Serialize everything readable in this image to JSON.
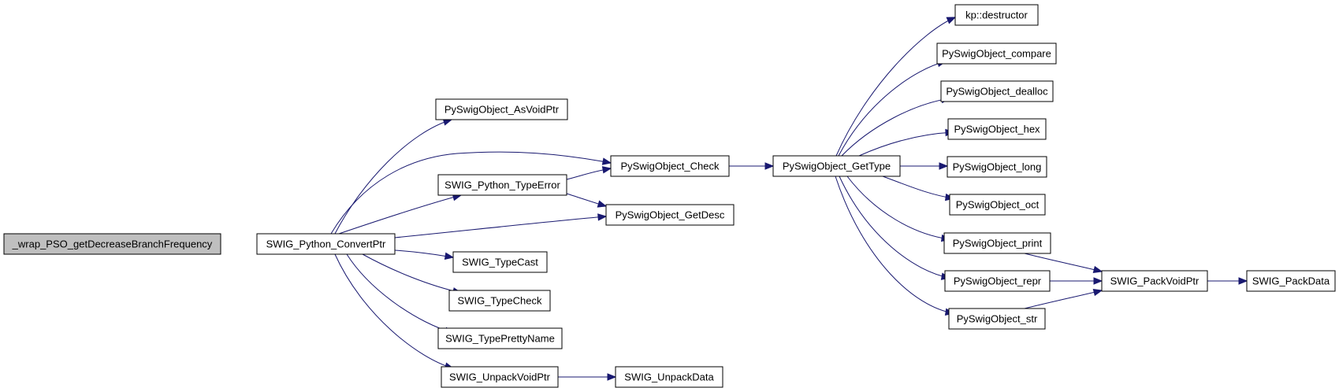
{
  "graph": {
    "nodes": [
      {
        "id": "root",
        "label": "_wrap_PSO_getDecreaseBranchFrequency",
        "root": true
      },
      {
        "id": "convertptr",
        "label": "SWIG_Python_ConvertPtr"
      },
      {
        "id": "asvoidptr",
        "label": "PySwigObject_AsVoidPtr"
      },
      {
        "id": "typeerror",
        "label": "SWIG_Python_TypeError"
      },
      {
        "id": "check",
        "label": "PySwigObject_Check"
      },
      {
        "id": "getdesc",
        "label": "PySwigObject_GetDesc"
      },
      {
        "id": "typecast",
        "label": "SWIG_TypeCast"
      },
      {
        "id": "typecheck",
        "label": "SWIG_TypeCheck"
      },
      {
        "id": "prettyname",
        "label": "SWIG_TypePrettyName"
      },
      {
        "id": "unpackvoidptr",
        "label": "SWIG_UnpackVoidPtr"
      },
      {
        "id": "unpackdata",
        "label": "SWIG_UnpackData"
      },
      {
        "id": "gettype",
        "label": "PySwigObject_GetType"
      },
      {
        "id": "destructor",
        "label": "kp::destructor"
      },
      {
        "id": "compare",
        "label": "PySwigObject_compare"
      },
      {
        "id": "dealloc",
        "label": "PySwigObject_dealloc"
      },
      {
        "id": "hex",
        "label": "PySwigObject_hex"
      },
      {
        "id": "long",
        "label": "PySwigObject_long"
      },
      {
        "id": "oct",
        "label": "PySwigObject_oct"
      },
      {
        "id": "print",
        "label": "PySwigObject_print"
      },
      {
        "id": "repr",
        "label": "PySwigObject_repr"
      },
      {
        "id": "str",
        "label": "PySwigObject_str"
      },
      {
        "id": "packvoidptr",
        "label": "SWIG_PackVoidPtr"
      },
      {
        "id": "packdata",
        "label": "SWIG_PackData"
      }
    ],
    "edges": [
      {
        "from": "root",
        "to": "convertptr"
      },
      {
        "from": "convertptr",
        "to": "asvoidptr"
      },
      {
        "from": "convertptr",
        "to": "check"
      },
      {
        "from": "convertptr",
        "to": "typeerror"
      },
      {
        "from": "convertptr",
        "to": "getdesc"
      },
      {
        "from": "convertptr",
        "to": "typecast"
      },
      {
        "from": "convertptr",
        "to": "typecheck"
      },
      {
        "from": "convertptr",
        "to": "prettyname"
      },
      {
        "from": "convertptr",
        "to": "unpackvoidptr"
      },
      {
        "from": "typeerror",
        "to": "check"
      },
      {
        "from": "typeerror",
        "to": "getdesc"
      },
      {
        "from": "unpackvoidptr",
        "to": "unpackdata"
      },
      {
        "from": "check",
        "to": "gettype"
      },
      {
        "from": "gettype",
        "to": "destructor"
      },
      {
        "from": "gettype",
        "to": "compare"
      },
      {
        "from": "gettype",
        "to": "dealloc"
      },
      {
        "from": "gettype",
        "to": "hex"
      },
      {
        "from": "gettype",
        "to": "long"
      },
      {
        "from": "gettype",
        "to": "oct"
      },
      {
        "from": "gettype",
        "to": "print"
      },
      {
        "from": "gettype",
        "to": "repr"
      },
      {
        "from": "gettype",
        "to": "str"
      },
      {
        "from": "print",
        "to": "packvoidptr"
      },
      {
        "from": "repr",
        "to": "packvoidptr"
      },
      {
        "from": "str",
        "to": "packvoidptr"
      },
      {
        "from": "packvoidptr",
        "to": "packdata"
      }
    ]
  },
  "colors": {
    "edge": "#191970",
    "root_fill": "#bfbfbf",
    "node_fill": "#ffffff",
    "node_border": "#000000"
  }
}
